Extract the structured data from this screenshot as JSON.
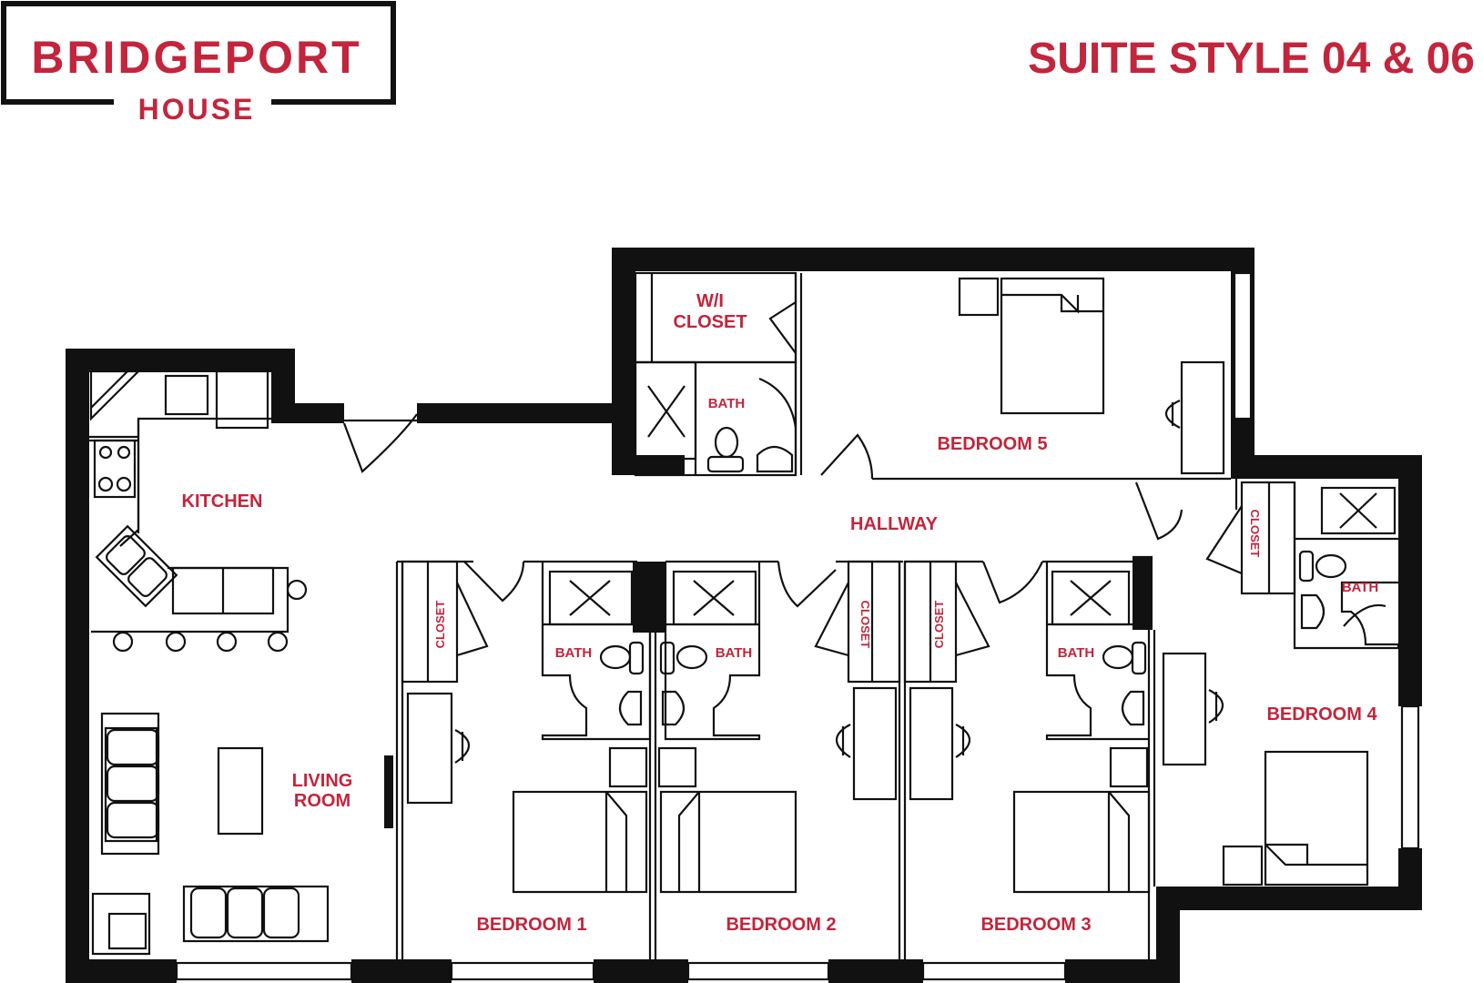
{
  "brand": {
    "name_line1": "BRIDGEPORT",
    "name_line2": "HOUSE"
  },
  "plan_title": "SUITE STYLE 04 & 06",
  "colors": {
    "accent": "#c3253c",
    "wall": "#111111",
    "background": "#ffffff"
  },
  "rooms": {
    "kitchen": "KITCHEN",
    "living_line1": "LIVING",
    "living_line2": "ROOM",
    "hallway": "HALLWAY",
    "wi_closet_line1": "W/I",
    "wi_closet_line2": "CLOSET",
    "bath_5": "BATH",
    "bedroom_5": "BEDROOM 5",
    "closet_1": "CLOSET",
    "bath_1": "BATH",
    "bedroom_1": "BEDROOM 1",
    "bath_2": "BATH",
    "closet_2": "CLOSET",
    "bedroom_2": "BEDROOM 2",
    "closet_3": "CLOSET",
    "bath_3": "BATH",
    "bedroom_3": "BEDROOM 3",
    "closet_4": "CLOSET",
    "bath_4": "BATH",
    "bedroom_4": "BEDROOM 4"
  }
}
